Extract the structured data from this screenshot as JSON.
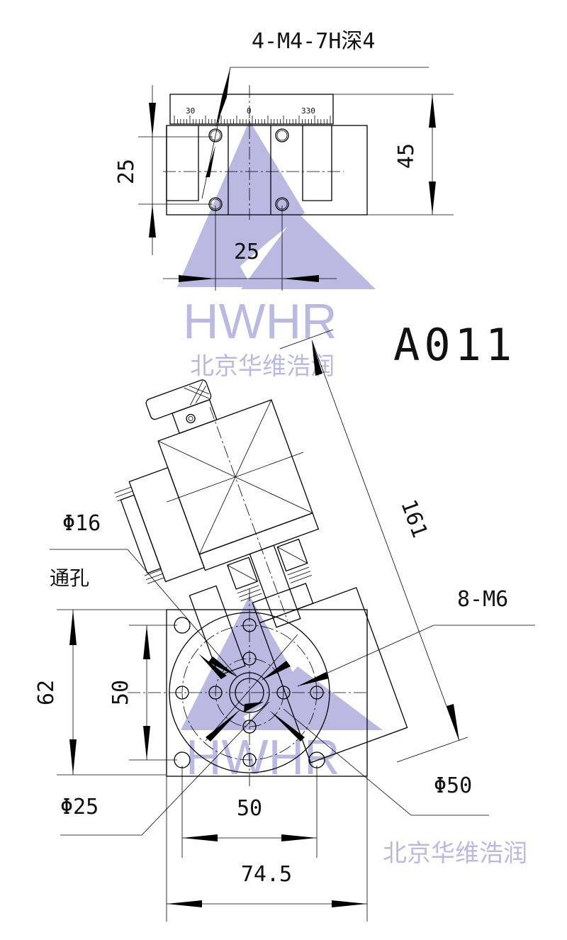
{
  "watermark": {
    "logo_text": "HWHR",
    "company_cn": "北京华维浩润",
    "color": "#b9b9e2"
  },
  "model": "A011",
  "top_view": {
    "thread_callout": "4-M4-7H深4",
    "scale_labels": [
      "30",
      "0",
      "330"
    ],
    "dim_hole_spacing_vertical": "25",
    "dim_height": "45",
    "dim_hole_spacing_horizontal": "25"
  },
  "side_view": {
    "dim_overall_length": "161",
    "through_hole_diameter": "Φ16",
    "through_hole_label": "通孔",
    "thread_callout": "8-M6",
    "dim_plate_height": "62",
    "dim_hole_spacing_vertical": "50",
    "dim_circle_diameter": "Φ50",
    "dim_bolt_circle": "Φ25",
    "dim_hole_spacing_horizontal": "50",
    "dim_plate_width": "74.5"
  }
}
